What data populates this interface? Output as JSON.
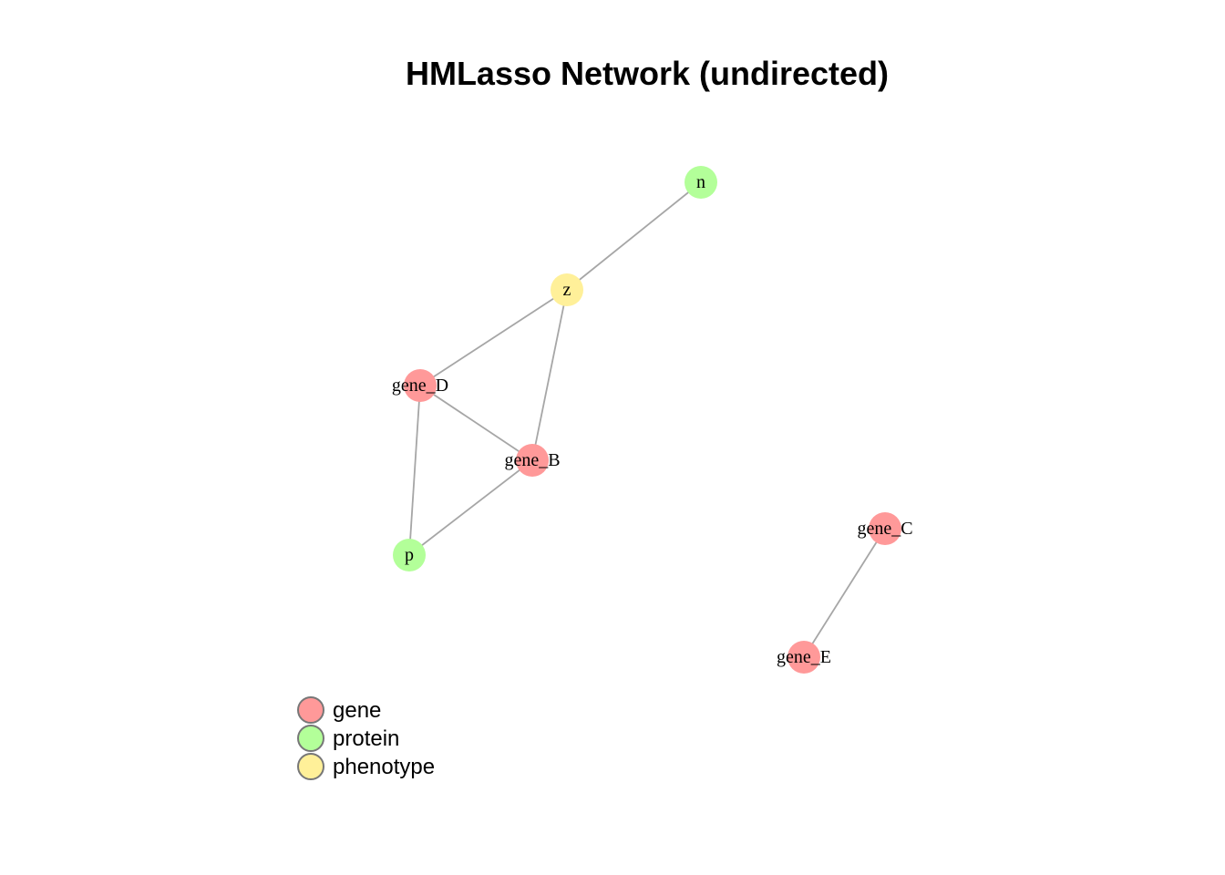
{
  "title": "HMLasso Network (undirected)",
  "colors": {
    "gene": "#FF9999",
    "protein": "#B3FF99",
    "phenotype": "#FFF099",
    "edge": "#A6A6A6",
    "legend_stroke": "#777777"
  },
  "nodes": [
    {
      "id": "n",
      "label": "n",
      "type": "protein"
    },
    {
      "id": "z",
      "label": "z",
      "type": "phenotype"
    },
    {
      "id": "gene_D",
      "label": "gene_D",
      "type": "gene"
    },
    {
      "id": "gene_B",
      "label": "gene_B",
      "type": "gene"
    },
    {
      "id": "p",
      "label": "p",
      "type": "protein"
    },
    {
      "id": "gene_C",
      "label": "gene_C",
      "type": "gene"
    },
    {
      "id": "gene_E",
      "label": "gene_E",
      "type": "gene"
    }
  ],
  "edges": [
    {
      "source": "n",
      "target": "z"
    },
    {
      "source": "z",
      "target": "gene_D"
    },
    {
      "source": "z",
      "target": "gene_B"
    },
    {
      "source": "gene_D",
      "target": "gene_B"
    },
    {
      "source": "gene_D",
      "target": "p"
    },
    {
      "source": "gene_B",
      "target": "p"
    },
    {
      "source": "gene_C",
      "target": "gene_E"
    }
  ],
  "legend": [
    {
      "label": "gene",
      "type": "gene"
    },
    {
      "label": "protein",
      "type": "protein"
    },
    {
      "label": "phenotype",
      "type": "phenotype"
    }
  ]
}
